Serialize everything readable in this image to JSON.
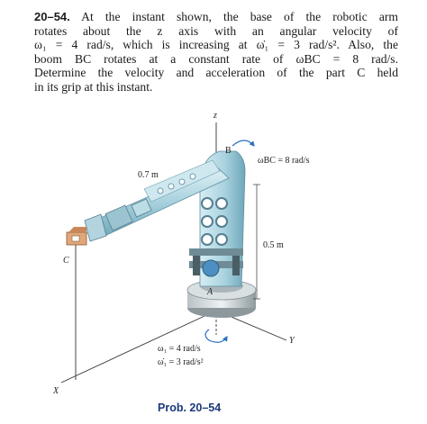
{
  "problem": {
    "number": "20–54.",
    "lines": [
      "At the instant shown, the base of the robotic arm",
      "rotates about the z axis with an angular velocity of",
      "ω₁ = 4 rad/s, which is increasing at ω̇₁ = 3 rad/s². Also, the",
      "boom BC rotates at a constant rate of ωBC = 8 rad/s.",
      "Determine the velocity and acceleration of the part C held",
      "in its grip at this instant."
    ]
  },
  "figure": {
    "labels": {
      "z_axis": "z",
      "y_axis": "Y",
      "x_axis": "X",
      "point_b": "B",
      "point_a": "A",
      "point_c": "C",
      "omega_bc": "ωBC = 8 rad/s",
      "length_bc": "0.7 m",
      "length_ab": "0.5 m",
      "omega_1": "ω₁ = 4 rad/s",
      "omega_1_dot": "ω̇₁ = 3 rad/s²"
    },
    "caption": "Prob. 20–54"
  },
  "colors": {
    "robot_light": "#bfe0ea",
    "robot_mid": "#8fc3d4",
    "robot_dark": "#5d97ab",
    "arrow_blue": "#2a6fc0",
    "gripper": "#e0a77a",
    "caption": "#1a3a7a"
  }
}
